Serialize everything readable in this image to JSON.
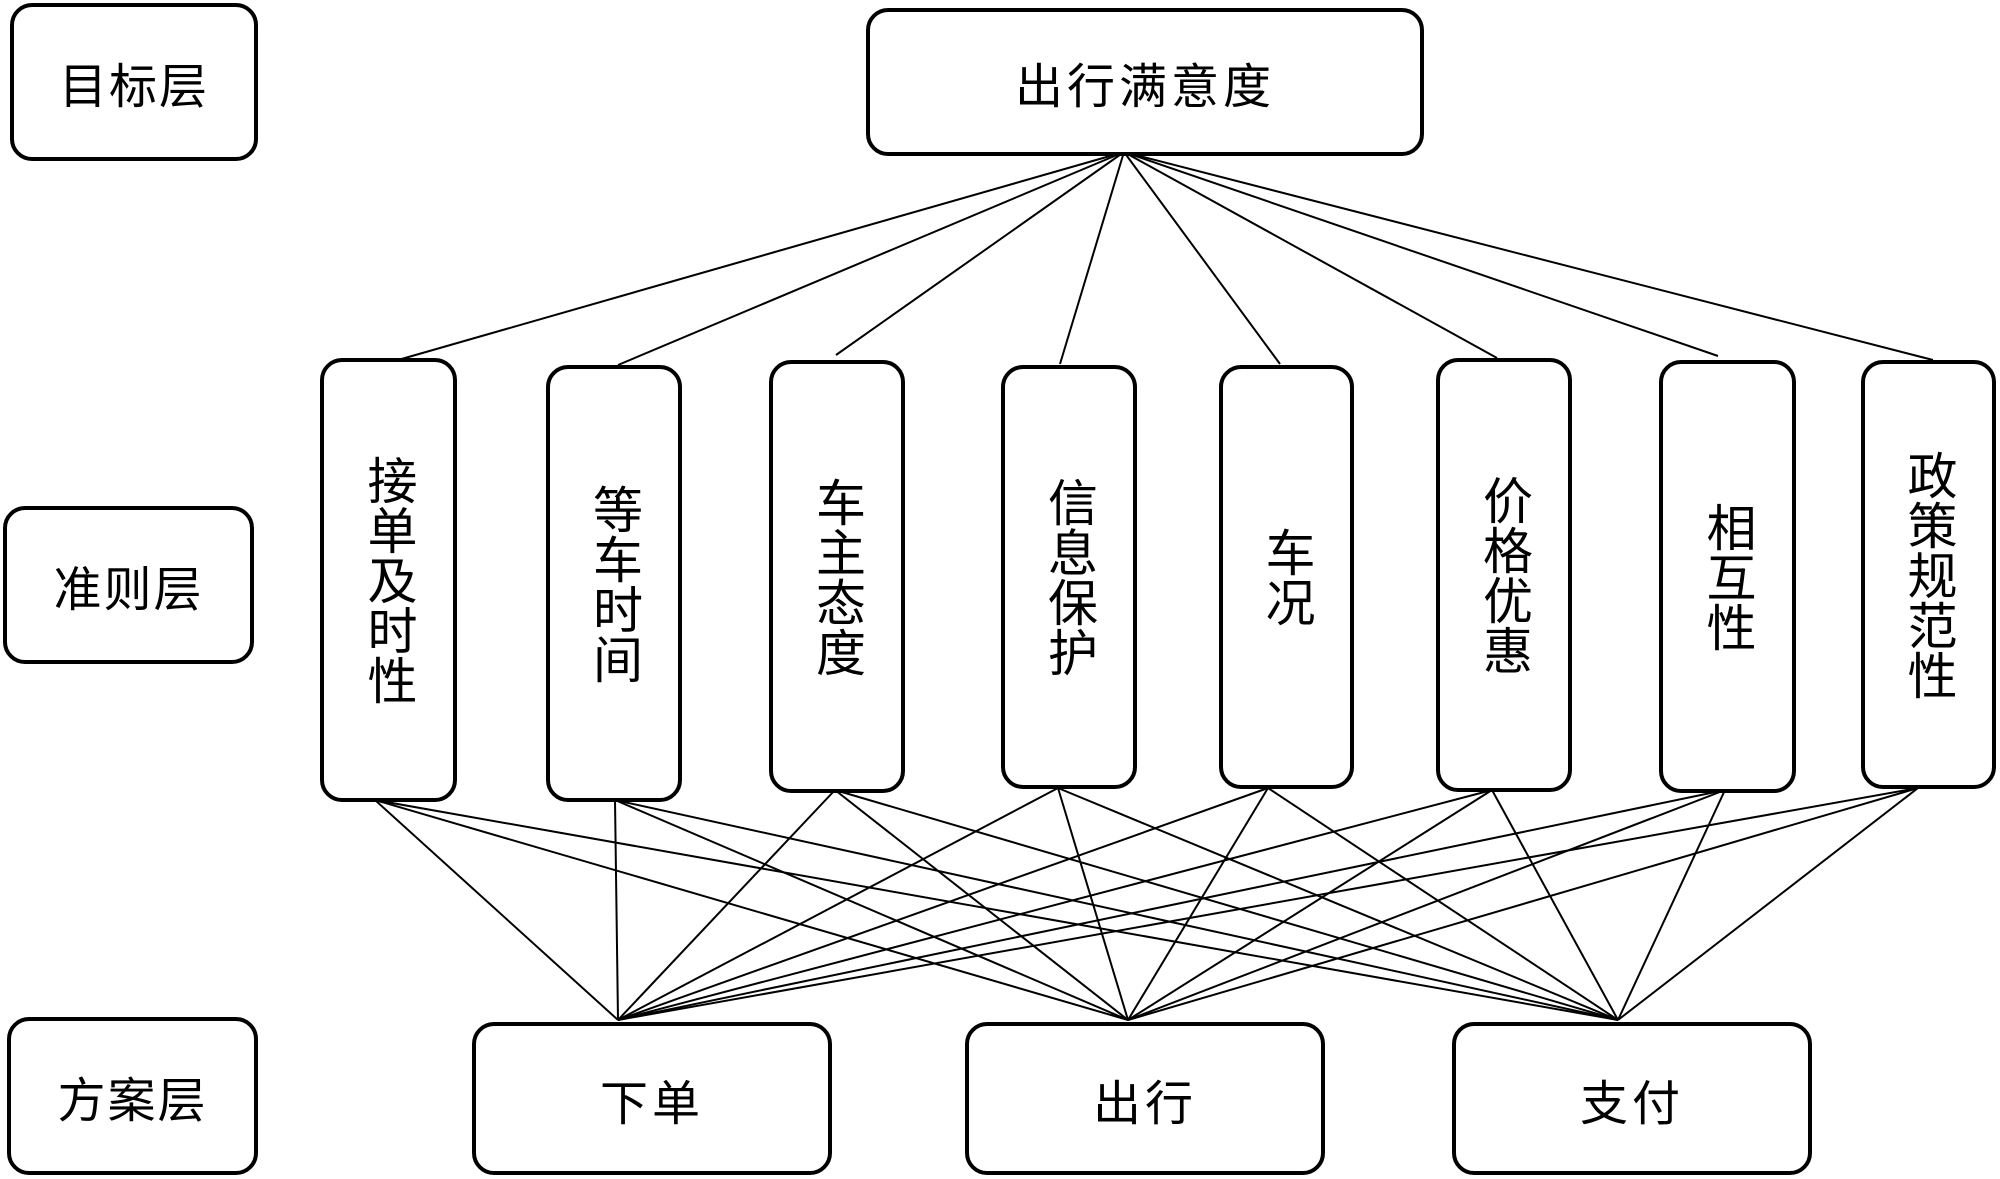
{
  "layers": {
    "goal": "目标层",
    "criteria": "准则层",
    "alternatives": "方案层"
  },
  "goal": "出行满意度",
  "criteria": [
    "接单及时性",
    "等车时间",
    "车主态度",
    "信息保护",
    "车况",
    "价格优惠",
    "相互性",
    "政策规范性"
  ],
  "alternatives": [
    "下单",
    "出行",
    "支付"
  ],
  "colors": {
    "stroke": "#000000",
    "background": "#ffffff"
  }
}
